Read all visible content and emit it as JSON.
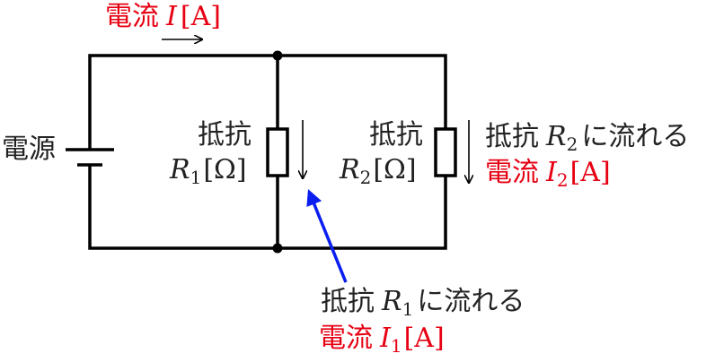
{
  "colors": {
    "wire": "#000000",
    "text": "#222222",
    "current": "#e60012",
    "pointer": "#0a1ef0"
  },
  "labels": {
    "source": "電源",
    "total_current": {
      "word": "電流",
      "symbol": "I",
      "unit": "[A]"
    },
    "resistor1": {
      "word": "抵抗",
      "symbol": "R",
      "sub": "1",
      "unit": "[Ω]"
    },
    "resistor2": {
      "word": "抵抗",
      "symbol": "R",
      "sub": "2",
      "unit": "[Ω]"
    },
    "r2_current": {
      "prefix": "抵抗",
      "symbol": "R",
      "sub": "2",
      "suffix": "に流れる",
      "word": "電流",
      "csymbol": "I",
      "csub": "2",
      "unit": "[A]"
    },
    "r1_current": {
      "prefix": "抵抗",
      "symbol": "R",
      "sub": "1",
      "suffix": "に流れる",
      "word": "電流",
      "csymbol": "I",
      "csub": "1",
      "unit": "[A]"
    }
  }
}
